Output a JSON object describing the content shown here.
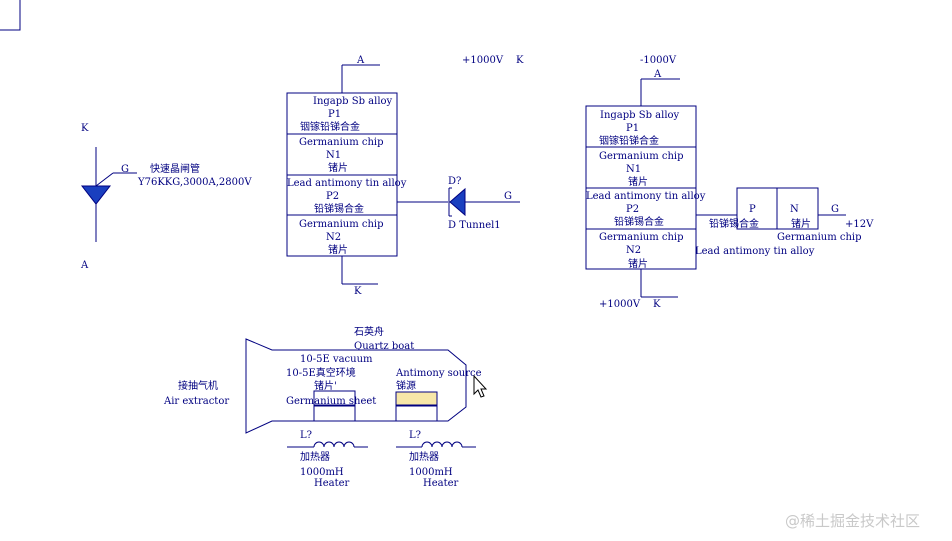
{
  "colors": {
    "line": "#000080",
    "diode_fill": "#1a3fbf",
    "antimony_fill": "#f7e7a8",
    "watermark": "#c9c9c9"
  },
  "thyristor": {
    "k": "K",
    "g": "G",
    "a": "A",
    "name_cn": "快速晶闸管",
    "spec": "Y76KKG,3000A,2800V"
  },
  "mid": {
    "a": "A",
    "k": "K",
    "voltage": "+1000V",
    "k_top": "K",
    "layers": {
      "p1_en": "Ingapb Sb alloy",
      "p1": "P1",
      "p1_cn": "铟镓铅锑合金",
      "n1_en": "Germanium chip",
      "n1": "N1",
      "n1_cn": "锗片",
      "p2_en": "Lead antimony tin alloy",
      "p2": "P2",
      "p2_cn": "铅锑锡合金",
      "n2_en": "Germanium chip",
      "n2": "N2",
      "n2_cn": "锗片"
    },
    "diode": {
      "ref": "D?",
      "g": "G",
      "name": "D Tunnel1"
    }
  },
  "right": {
    "voltage_top": "-1000V",
    "a": "A",
    "voltage_bottom": "+1000V",
    "k": "K",
    "layers": {
      "p1_en": "Ingapb Sb alloy",
      "p1": "P1",
      "p1_cn": "铟镓铅锑合金",
      "n1_en": "Germanium chip",
      "n1": "N1",
      "n1_cn": "锗片",
      "p2_en": "Lead antimony tin alloy",
      "p2": "P2",
      "p2_cn": "铅锑锡合金",
      "n2_en": "Germanium chip",
      "n2": "N2",
      "n2_cn": "锗片"
    },
    "gate": {
      "p": "P",
      "n": "N",
      "g": "G",
      "voltage": "+12V",
      "p_cn": "铅锑锡合金",
      "n_cn": "锗片",
      "n_en": "Germanium chip",
      "p_en": "Lead antimony tin alloy"
    }
  },
  "furnace": {
    "boat_cn": "石英舟",
    "boat_en": "Quartz boat",
    "vacuum_en": "10-5E vacuum",
    "vacuum_cn": "10-5E真空环境",
    "sheet_cn": "锗片'",
    "sheet_en": "Germanium sheet",
    "antimony_en": "Antimony source",
    "antimony_cn": "锑源",
    "extractor_cn": "接抽气机",
    "extractor_en": "Air extractor"
  },
  "heaters": [
    {
      "ref": "L?",
      "cn": "加热器",
      "value": "1000mH",
      "en": "Heater"
    },
    {
      "ref": "L?",
      "cn": "加热器",
      "value": "1000mH",
      "en": "Heater"
    }
  ],
  "watermark": "@稀土掘金技术社区"
}
